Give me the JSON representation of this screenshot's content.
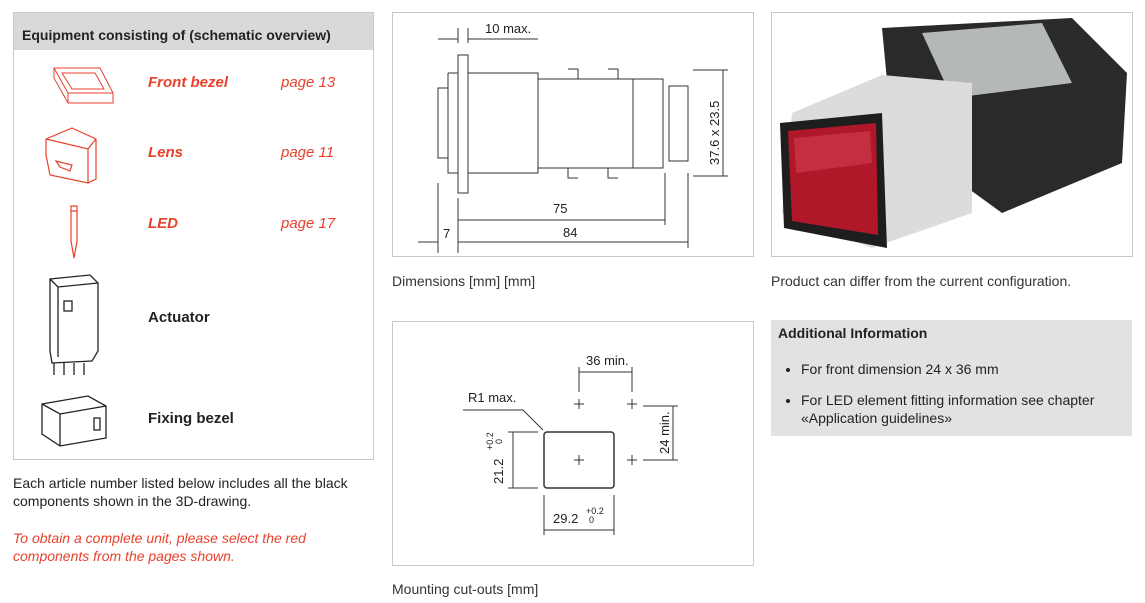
{
  "equipment": {
    "title": "Equipment consisting of (schematic overview)",
    "items": [
      {
        "label": "Front bezel",
        "page": "page 13",
        "color": "red"
      },
      {
        "label": "Lens",
        "page": "page 11",
        "color": "red"
      },
      {
        "label": "LED",
        "page": "page 17",
        "color": "red"
      },
      {
        "label": "Actuator",
        "color": "black"
      },
      {
        "label": "Fixing bezel",
        "color": "black"
      }
    ]
  },
  "note": "Each article number listed below includes all the black components shown in the 3D-drawing.",
  "note_red": "To obtain a complete unit, please select the red components from the pages shown.",
  "dimensions": {
    "caption": "Dimensions [mm] [mm]",
    "d_10": "10 max.",
    "d_75": "75",
    "d_84": "84",
    "d_7": "7",
    "d_h": "37.6 x 23.5"
  },
  "mounting": {
    "caption": "Mounting cut-outs [mm]",
    "d_36": "36 min.",
    "d_24": "24 min.",
    "r1": "R1 max.",
    "w": "29.2",
    "h": "21.2",
    "tol_plus": "+0.2",
    "tol_zero": "0"
  },
  "photo": {
    "caption": "Product can differ from the current configuration."
  },
  "additional": {
    "title": "Additional Information",
    "bullets": [
      "For front dimension 24 x 36 mm",
      "For LED element fitting information see chapter «Application guidelines»"
    ]
  },
  "colors": {
    "red": "#e8412c",
    "header_gray": "#d9d9d9"
  }
}
